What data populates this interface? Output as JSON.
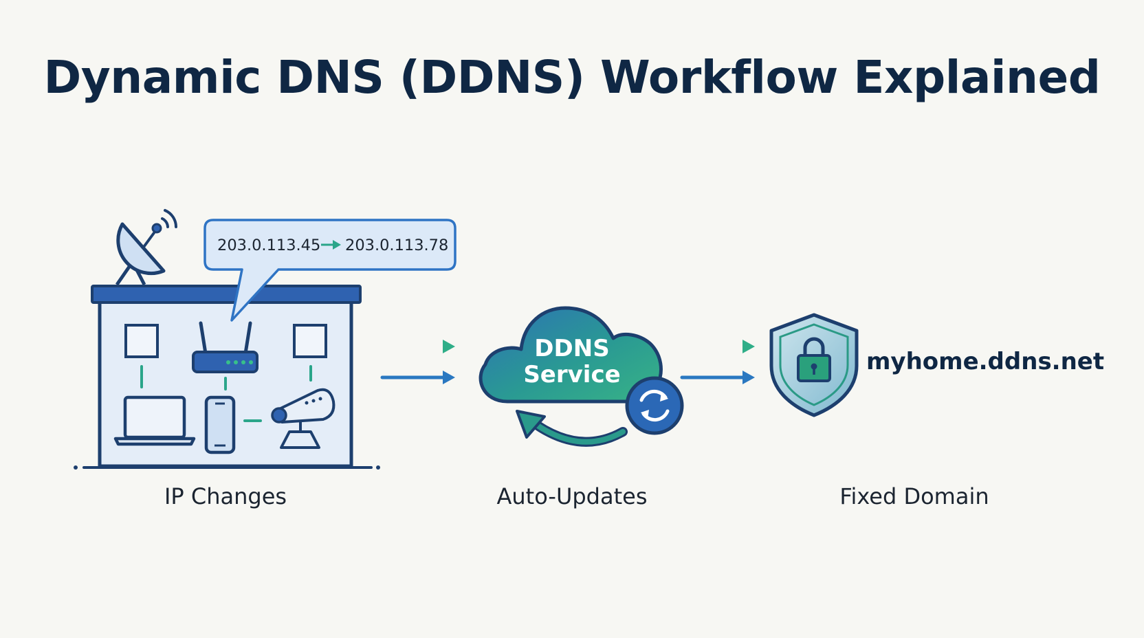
{
  "title": "Dynamic DNS (DDNS) Workflow Explained",
  "stages": [
    {
      "label": "IP Changes",
      "ip_old": "203.0.113.45",
      "ip_new": "203.0.113.78"
    },
    {
      "label": "Auto-Updates",
      "cloud_line1": "DDNS",
      "cloud_line2": "Service"
    },
    {
      "label": "Fixed Domain",
      "domain": "myhome.ddns.net"
    }
  ],
  "colors": {
    "navy": "#0f2744",
    "blue": "#2f6db8",
    "teal": "#2aa58a",
    "light_blue": "#e4edf8"
  },
  "icons": [
    "satellite-dish-icon",
    "router-icon",
    "laptop-icon",
    "phone-icon",
    "security-camera-icon",
    "cloud-icon",
    "refresh-icon",
    "shield-lock-icon"
  ]
}
